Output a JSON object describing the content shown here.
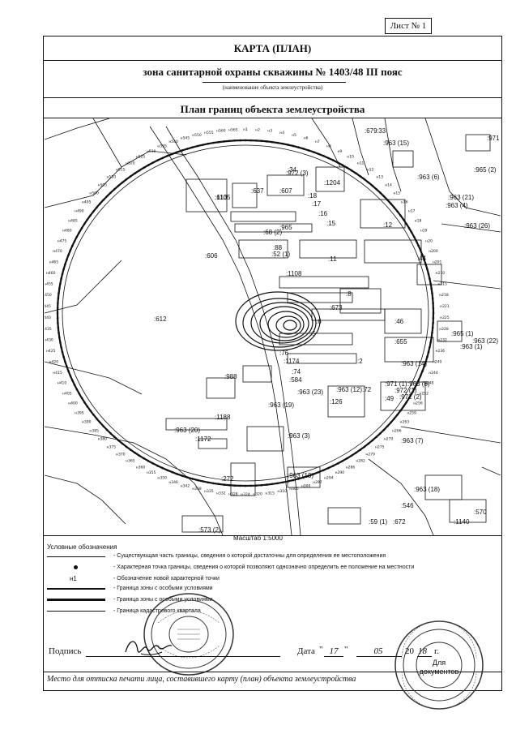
{
  "sheet_number": "Лист № 1",
  "header": {
    "title": "КАРТА (ПЛАН)",
    "object_name": "зона санитарной охраны скважины № 1403/48 III пояс",
    "object_caption": "(наименование объекта землеустройства)",
    "plan_title": "План границ объекта землеустройства"
  },
  "map": {
    "scale": "Масштаб 1:5000",
    "parcel_labels": [
      ":613",
      ":637",
      ":607",
      ":18",
      ":17",
      ":16",
      ":15",
      ":1204",
      ":12",
      ":965",
      ":68 (2)",
      ":88",
      ":52 (1)",
      ":606",
      ":11",
      ":1108",
      ":8",
      ":673",
      ":6",
      ":5",
      ":612",
      ":46",
      ":655",
      ":76",
      ":1174",
      ":2",
      ":74",
      ":584",
      ":126",
      ":72",
      ":49",
      ":988",
      ":1188",
      ":1172",
      ":963 (20)",
      ":963 (19)",
      ":963 (3)",
      ":963 (23)",
      ":963 (13)",
      ":272",
      ":963 (15)",
      ":963 (6)",
      ":963 (21)",
      ":963 (4)",
      ":963 (26)",
      ":44",
      ":965 (2)",
      ":965 (1)",
      ":963 (1)",
      ":963 (22)",
      ":963 (12)",
      ":963 (14)",
      ":963 (8)",
      ":963 (7)",
      ":963 (18)",
      ":59 (1)",
      ":672",
      ":1140",
      ":570",
      ":573 (2)",
      ":679",
      ":33",
      ":34",
      ":971 (1)",
      ":972 (1)",
      ":972 (2)",
      ":972 (3)",
      ":971 (2)",
      ":546",
      ":1105"
    ],
    "point_labels": [
      "н1",
      "н2",
      "н3",
      "н4",
      "н5",
      "н6",
      "н7",
      "н8",
      "н9",
      "н10",
      "н11",
      "н12",
      "н13",
      "н14",
      "н15",
      "н16",
      "н17",
      "н18",
      "н19",
      "н20",
      "н200",
      "н201",
      "н210",
      "н215",
      "н218",
      "н221",
      "н225",
      "н228",
      "н232",
      "н236",
      "н240",
      "н244",
      "н248",
      "н252",
      "н256",
      "н259",
      "н263",
      "н266",
      "н270",
      "н275",
      "н279",
      "н282",
      "н286",
      "н290",
      "н294",
      "н297",
      "н300",
      "н305",
      "н310",
      "н315",
      "н320",
      "н324",
      "н328",
      "н332",
      "н335",
      "н338",
      "н342",
      "н346",
      "н350",
      "н355",
      "н360",
      "н365",
      "н370",
      "н375",
      "н380",
      "н385",
      "н390",
      "н395",
      "н400",
      "н405",
      "н410",
      "н415",
      "н420",
      "н425",
      "н430",
      "н435",
      "н440",
      "н445",
      "н450",
      "н455",
      "н460",
      "н465",
      "н470",
      "н475",
      "н480",
      "н485",
      "н490",
      "н495",
      "н500",
      "н505",
      "н510",
      "н515",
      "н520",
      "н525",
      "н530",
      "н535",
      "н540",
      "н545",
      "н550",
      "н555",
      "н560",
      "н565"
    ]
  },
  "legend": {
    "title": "Условные обозначения",
    "items": [
      {
        "symbol": "thin-line",
        "text": "- Существующая часть границы, сведения о которой достаточны для определения ее местоположения"
      },
      {
        "symbol": "dot",
        "text": "- Характерная точка границы, сведения о которой позволяют однозначно определить ее положение на местности"
      },
      {
        "symbol": "label",
        "symbol_text": "н1",
        "text": "- Обозначение новой характерной точки"
      },
      {
        "symbol": "thick-line",
        "text": "- Граница зоны с особыми условиями"
      },
      {
        "symbol": "double-line",
        "text": "- Граница зоны с особыми условиями"
      },
      {
        "symbol": "medium-line",
        "text": "- Граница кадастрового квартала"
      }
    ]
  },
  "signature": {
    "label": "Подпись",
    "date_label": "Дата",
    "day": "17",
    "month": "05",
    "year_suffix": "18",
    "year_prefix": "20",
    "year_end": "г."
  },
  "footer": "Место для оттиска печати лица, составившего карту (план) объекта землеустройства",
  "stamp_right": {
    "center_text_1": "Для",
    "center_text_2": "документов"
  },
  "colors": {
    "ink": "#111111",
    "paper": "#ffffff",
    "stamp": "#333333"
  }
}
